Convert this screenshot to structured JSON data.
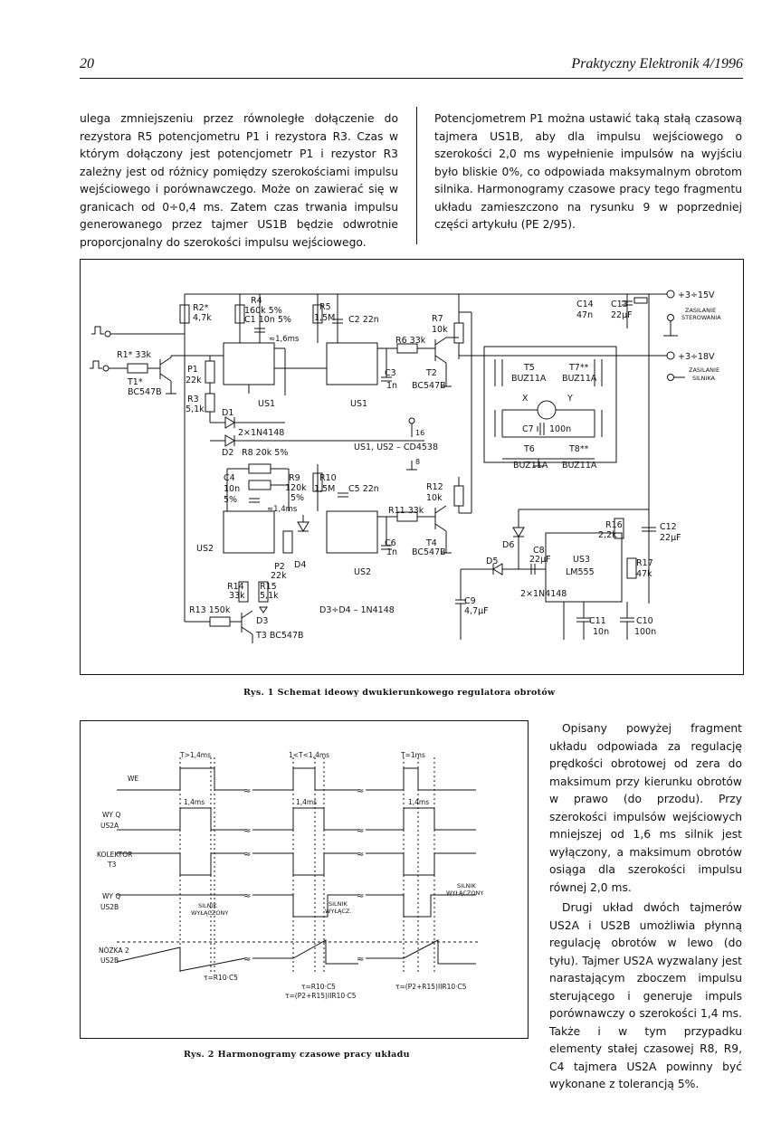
{
  "header": {
    "page_number": "20",
    "journal": "Praktyczny Elektronik 4/1996"
  },
  "text": {
    "col1": "ulega zmniejszeniu przez równoległe dołączenie do rezystora R5 potencjometru P1 i rezystora R3. Czas w którym dołączony jest potencjometr P1 i rezystor R3 zależny jest od różnicy pomiędzy szerokościami impulsu wejściowego i porównawczego. Może on zawierać się w granicach od 0÷0,4 ms. Zatem czas trwania impulsu generowanego przez tajmer US1B będzie odwrotnie proporcjonalny do szerokości impulsu wejściowego.",
    "col2": "Potencjometrem P1 można ustawić taką stałą czasową tajmera US1B, aby dla impulsu wejściowego o szerokości 2,0 ms wypełnienie impulsów na wyjściu było bliskie 0%, co odpowiada maksymalnym obrotom silnika. Harmonogramy czasowe pracy tego fragmentu układu zamieszczono na rysunku 9 w poprzedniej części artykułu (PE 2/95).",
    "col3_p1": "Opisany powyżej fragment układu odpowiada za regulację prędkości obrotowej od zera do maksimum przy kierunku obrotów w prawo (do przodu). Przy szerokości impulsów wejściowych mniejszej od 1,6 ms silnik jest wyłączony, a maksimum obrotów osiąga dla szerokości impulsu równej 2,0 ms.",
    "col3_p2": "Drugi układ dwóch tajmerów US2A i US2B umożliwia płynną regulację obrotów w lewo (do tyłu). Tajmer US2A wyzwalany jest narastającym zboczem impulsu sterującego i generuje impuls porównawczy o szerokości 1,4 ms. Także i w tym przypadku elementy stałej czasowej R8, R9, C4 tajmera US2A powinny być wykonane z tolerancją 5%."
  },
  "figure1": {
    "caption_num": "Rys. 1",
    "caption": "Schemat ideowy dwukierunkowego regulatora obrotów",
    "labels": {
      "r4": "R4",
      "r4v": "160k 5%",
      "c1": "C1 10n 5%",
      "r2": "R2*",
      "r2v": "4,7k",
      "r5": "R5",
      "r5v": "1,5M",
      "c2": "C2 22n",
      "r7": "R7",
      "r7v": "10k",
      "c14": "C14",
      "c14v": "47n",
      "c13": "C13",
      "c13v": "22μF",
      "v1": "+3÷15V",
      "zas1a": "ZASILANIE",
      "zas1b": "STEROWANIA",
      "v2": "+3÷18V",
      "zas2a": "ZASILANIE",
      "zas2b": "SILNIKA",
      "t16": "≈1,6ms",
      "r1": "R1* 33k",
      "t1": "T1*",
      "t1v": "BC547B",
      "p1": "P1",
      "p1v": "22k",
      "r3": "R3",
      "r3v": "5,1k",
      "d1": "D1",
      "dio": "2×1N4148",
      "d2": "D2",
      "r8": "R8 20k 5%",
      "us1a": "US1",
      "us1b": "US1",
      "r6": "R6 33k",
      "c3": "C3",
      "c3v": "1n",
      "t2": "T2",
      "t2v": "BC547B",
      "t5": "T5",
      "t5v": "BUZ11A",
      "t7": "T7**",
      "t7v": "BUZ11A",
      "t6": "T6",
      "t6v": "BUZ11A",
      "t8": "T8**",
      "t8v": "BUZ11A",
      "mx": "X",
      "my": "Y",
      "c7": "C7",
      "c7v": "100n",
      "pin16": "16",
      "pin8": "8",
      "us12": "US1, US2 – CD4538",
      "c4": "C4",
      "c4v": "10n",
      "c4t": "5%",
      "r9": "R9",
      "r9v": "120k",
      "r9t": "5%",
      "r10": "R10",
      "r10v": "1,5M",
      "c5": "C5 22n",
      "r12": "R12",
      "r12v": "10k",
      "t14": "≈1,4ms",
      "r11": "R11 33k",
      "c6": "C6",
      "c6v": "1n",
      "t4": "T4",
      "t4v": "BC547B",
      "us2a": "US2",
      "us2b": "US2",
      "p2": "P2",
      "p2v": "22k",
      "d4": "D4",
      "r14": "R14",
      "r14v": "33k",
      "r15": "R15",
      "r15v": "5,1k",
      "r13": "R13 150k",
      "d3": "D3",
      "t3": "T3 BC547B",
      "d34": "D3÷D4 – 1N4148",
      "d6": "D6",
      "d5": "D5",
      "c8": "C8",
      "c8v": "22μF",
      "dio2": "2×1N4148",
      "c9": "C9",
      "c9v": "4,7μF",
      "r16": "R16",
      "r16v": "2,2k",
      "c12": "C12",
      "c12v": "22μF",
      "us3": "US3",
      "us3v": "LM555",
      "r17": "R17",
      "r17v": "47k",
      "c11": "C11",
      "c11v": "10n",
      "c10": "C10",
      "c10v": "100n"
    }
  },
  "figure2": {
    "caption_num": "Rys. 2",
    "caption": "Harmonogramy czasowe pracy układu",
    "top_labels": [
      "T>1,4ms",
      "1<T<1,4ms",
      "T=1ms"
    ],
    "rows": {
      "we": "WE",
      "wyq1": "WY Q",
      "wyq2": "US2A",
      "kol1": "KOLEKTOR",
      "kol2": "T3",
      "wyq3": "WY Q",
      "wyq4": "US2B",
      "noz1": "NÓŻKA 2",
      "noz2": "US2B"
    },
    "t14": "1,4ms",
    "silnik_off1a": "SILNIK",
    "silnik_off1b": "WYŁĄCZONY",
    "silnik_off2a": "SILNIK",
    "silnik_off2b": "WYŁĄCZ.",
    "silnik_off3a": "SILNIK",
    "silnik_off3b": "WYŁĄCZONY",
    "tau1": "τ=R10·C5",
    "tau2": "τ=R10·C5",
    "tau3": "τ=(P2+R15)IIR10·C5",
    "tau4": "τ=(P2+R15)IIR10·C5"
  }
}
